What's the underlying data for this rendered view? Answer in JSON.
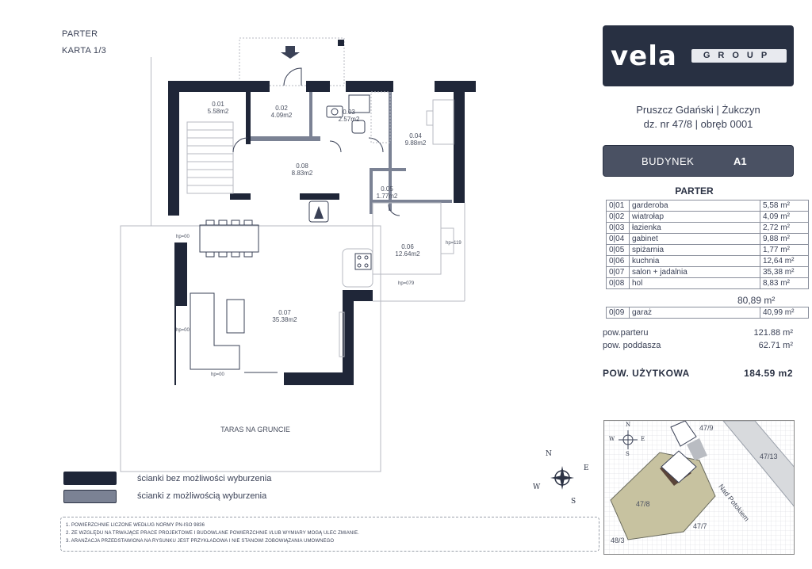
{
  "header": {
    "floor": "PARTER",
    "card": "KARTA 1/3"
  },
  "brand": {
    "word": "vela",
    "group": "GROUP",
    "color_dark": "#283042"
  },
  "location": {
    "line1": "Pruszcz Gdański | Żukczyn",
    "line2": "dz. nr 47/8 | obręb 0001"
  },
  "building": {
    "label": "BUDYNEK",
    "value": "A1"
  },
  "rooms_table": {
    "title": "PARTER",
    "rows": [
      {
        "no": "0|01",
        "name": "garderoba",
        "area": "5,58 m²"
      },
      {
        "no": "0|02",
        "name": "wiatrołap",
        "area": "4,09 m²"
      },
      {
        "no": "0|03",
        "name": "łazienka",
        "area": "2,72 m²"
      },
      {
        "no": "0|04",
        "name": "gabinet",
        "area": "9,88 m²"
      },
      {
        "no": "0|05",
        "name": "spiżarnia",
        "area": "1,77 m²"
      },
      {
        "no": "0|06",
        "name": "kuchnia",
        "area": "12,64 m²"
      },
      {
        "no": "0|07",
        "name": "salon + jadalnia",
        "area": "35,38 m²"
      },
      {
        "no": "0|08",
        "name": "hol",
        "area": "8,83 m²"
      }
    ],
    "subtotal": "80,89 m²",
    "extra_row": {
      "no": "0|09",
      "name": "garaż",
      "area": "40,99 m²"
    }
  },
  "areas": {
    "ground_label": "pow.parteru",
    "ground_value": "121.88 m²",
    "attic_label": "pow. poddasza",
    "attic_value": "62.71 m²",
    "usable_label": "POW. UŻYTKOWA",
    "usable_value": "184.59 m2"
  },
  "plan": {
    "rooms": [
      {
        "no": "0.01",
        "area": "5.58m2"
      },
      {
        "no": "0.02",
        "area": "4.09m2"
      },
      {
        "no": "0.03",
        "area": "2.57m2"
      },
      {
        "no": "0.04",
        "area": "9.88m2"
      },
      {
        "no": "0.08",
        "area": "8.83m2"
      },
      {
        "no": "0.05",
        "area": "1.77m2"
      },
      {
        "no": "0.06",
        "area": "12.64m2"
      },
      {
        "no": "0.07",
        "area": "35.38m2"
      }
    ],
    "terrace": "TARAS NA GRUNCIE",
    "hp_labels": [
      "hp=00",
      "hp=00",
      "hp=00",
      "hp=119",
      "hp=079"
    ]
  },
  "compass": {
    "n": "N",
    "e": "E",
    "s": "S",
    "w": "W"
  },
  "legend": {
    "fixed": "ścianki bez możliwości wyburzenia",
    "removable": "ścianki z możliwością wyburzenia",
    "fixed_color": "#1f2638",
    "removable_color": "#7b8294"
  },
  "notes": [
    "1. POWIERZCHNIE LICZONE WEDŁUG NORMY PN-ISO 9836",
    "2. ZE WZGLĘDU NA TRWAJĄCE PRACE PROJEKTOWE I BUDOWLANE POWIERZCHNIE I/LUB WYMIARY MOGĄ ULEC ZMIANIE.",
    "3. ARANŻACJA PRZEDSTAWIONA NA RYSUNKU JEST PRZYKŁADOWA I NIE STANOWI ZOBOWIĄZANIA UMOWNEGO"
  ],
  "map": {
    "plot_main": "47/8",
    "plot_n": "47/9",
    "plot_e": "47/13",
    "plot_s": "47/7",
    "plot_sw": "48/3",
    "street": "Nad Potokiem",
    "compass": {
      "n": "N",
      "e": "E",
      "s": "S",
      "w": "W"
    }
  }
}
